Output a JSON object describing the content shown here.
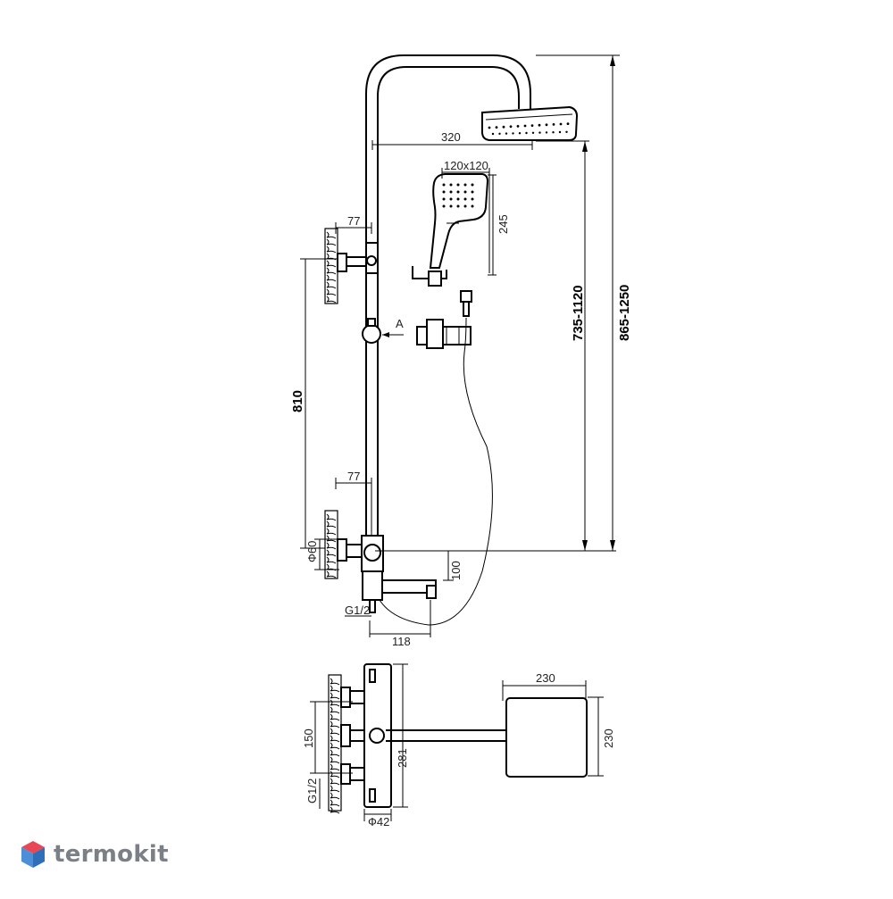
{
  "dimensions": {
    "arm_length": "320",
    "hand_shower_head": "120x120",
    "hand_shower_length": "245",
    "upper_bracket_offset": "77",
    "lower_bracket_offset": "77",
    "view_label": "A",
    "bracket_spacing": "810",
    "height_overhead": "735-1120",
    "height_total": "865-1250",
    "pipe_diameter": "Ф60",
    "spout_height": "100",
    "inlet_thread": "G1/2",
    "spout_length": "118",
    "top_head_width": "230",
    "top_head_depth": "230",
    "inlet_spacing": "150",
    "mixer_length": "281",
    "inlet_thread_top": "G1/2",
    "mixer_diameter": "Ф42"
  },
  "watermark": {
    "text": "termokit",
    "colors": {
      "top": "#e84855",
      "left": "#4c8fd6",
      "right": "#2f6fb8",
      "text": "#7b7f86"
    }
  }
}
